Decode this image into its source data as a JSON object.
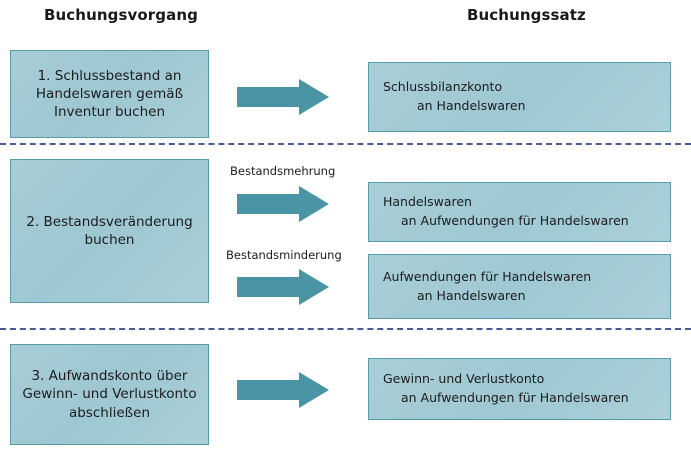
{
  "headers": {
    "left": "Buchungsvorgang",
    "right": "Buchungssatz"
  },
  "colors": {
    "box_fill": "#a5ccd5",
    "box_border": "#5b9aa8",
    "arrow_fill": "#4a95a5",
    "separator": "#4a5a96",
    "text": "#1c1c1c"
  },
  "steps": [
    {
      "process": {
        "line_1": "1. Schlussbestand an",
        "line_2": "Handelswaren gemäß",
        "line_3": "Inventur buchen"
      },
      "entries": [
        {
          "arrow_label": "",
          "line_1": "Schlussbilanzkonto",
          "line_2": "an Handelswaren"
        }
      ]
    },
    {
      "process": {
        "line_1": "2. Bestandsveränderung",
        "line_2": "buchen",
        "line_3": ""
      },
      "entries": [
        {
          "arrow_label": "Bestandsmehrung",
          "line_1": "Handelswaren",
          "line_2": "an Aufwendungen für Handelswaren"
        },
        {
          "arrow_label": "Bestandsminderung",
          "line_1": "Aufwendungen für Handelswaren",
          "line_2": "an Handelswaren"
        }
      ]
    },
    {
      "process": {
        "line_1": "3. Aufwandskonto über",
        "line_2": "Gewinn- und Verlustkonto",
        "line_3": "abschließen"
      },
      "entries": [
        {
          "arrow_label": "",
          "line_1": "Gewinn- und Verlustkonto",
          "line_2": "an Aufwendungen für Handelswaren"
        }
      ]
    }
  ]
}
